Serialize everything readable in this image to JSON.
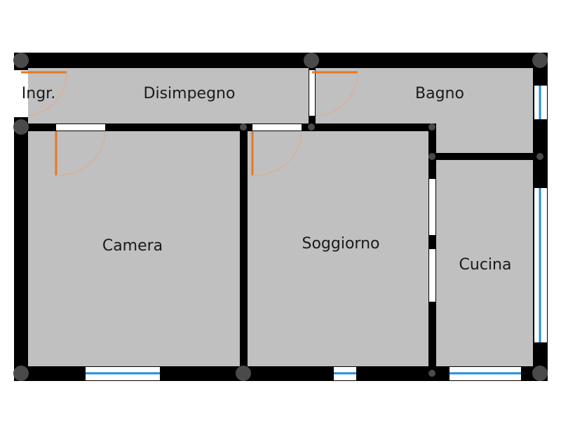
{
  "rooms": {
    "ingresso": "Ingr.",
    "disimpegno": "Disimpegno",
    "bagno": "Bagno",
    "camera": "Camera",
    "soggiorno": "Soggiorno",
    "cucina": "Cucina"
  },
  "colors": {
    "floor": "#c0c0c0",
    "wall": "#000000",
    "pillar": "#4a4a4a",
    "door": "#e87722",
    "window": "#1e8fd8"
  }
}
